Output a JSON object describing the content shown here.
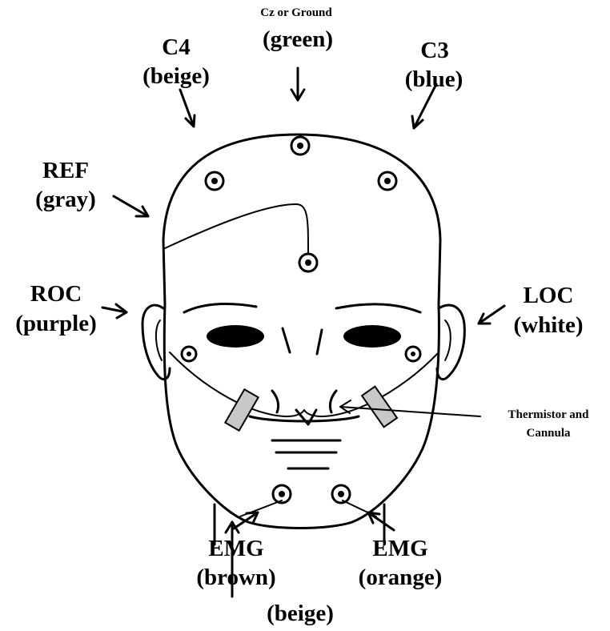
{
  "labels": {
    "cz_title": "Cz or Ground",
    "cz_color": "(green)",
    "c4_title": "C4",
    "c4_color": "(beige)",
    "c3_title": "C3",
    "c3_color": "(blue)",
    "ref_title": "REF",
    "ref_color": "(gray)",
    "roc_title": "ROC",
    "roc_color": "(purple)",
    "loc_title": "LOC",
    "loc_color": "(white)",
    "thermistor_line1": "Thermistor and",
    "thermistor_line2": "Cannula",
    "emg_left_title": "EMG",
    "emg_left_color": "(brown)",
    "emg_right_title": "EMG",
    "emg_right_color": "(orange)",
    "ground_color": "(beige)"
  }
}
